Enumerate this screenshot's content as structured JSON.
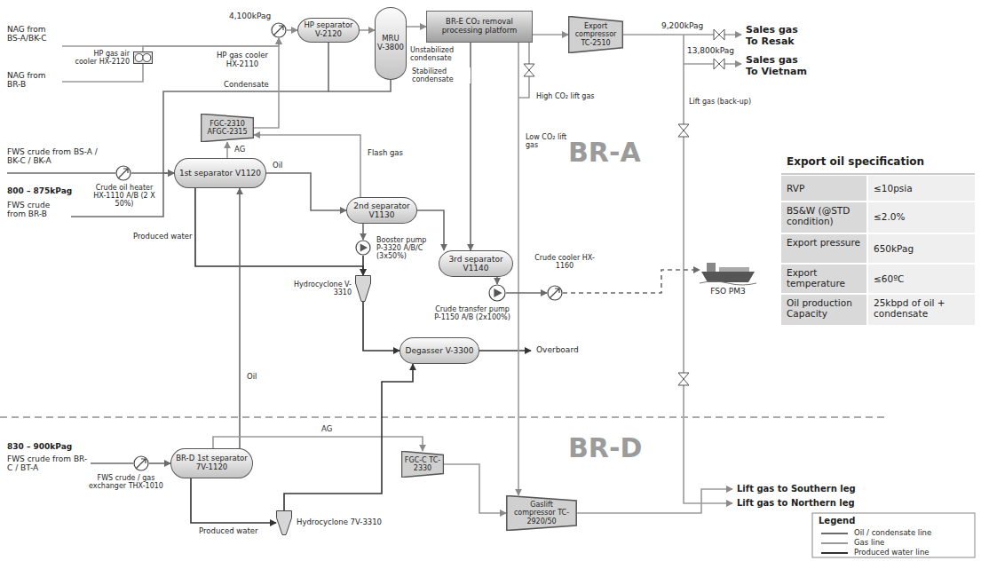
{
  "diagram": {
    "nodes": [
      {
        "text": [
          "HP gas air cooler HX-2120"
        ]
      },
      {
        "text": [
          "HP gas cooler HX-2110"
        ]
      },
      {
        "text": [
          "HP separator V-2120"
        ]
      },
      {
        "text": [
          "MRU V-3800"
        ]
      },
      {
        "text": [
          "BR-E CO₂ removal processing platform"
        ]
      },
      {
        "text": [
          "Export compressor TC-2510"
        ]
      },
      {
        "text": [
          "FGC-2310 AFGC-2315"
        ]
      },
      {
        "text": [
          "Crude oil heater HX-1110 A/B (2 X 50%)"
        ]
      },
      {
        "text": [
          "1st separator V1120"
        ]
      },
      {
        "text": [
          "2nd separator V1130"
        ]
      },
      {
        "text": [
          "3rd separator V1140"
        ]
      },
      {
        "text": [
          "Booster pump P-3320 A/B/C (3x50%)"
        ]
      },
      {
        "text": [
          "Crude cooler HX-1160"
        ]
      },
      {
        "text": [
          "Crude transfer pump P-1150 A/B (2x100%)"
        ]
      },
      {
        "text": [
          "Hydrocyclone V-3310"
        ]
      },
      {
        "text": [
          "Degasser V-3300"
        ]
      },
      {
        "text": [
          "FSO PM3"
        ]
      },
      {
        "text": [
          "BR-D 1st separator 7V-1120"
        ]
      },
      {
        "text": [
          "FWS crude / gas exchanger THX-1010"
        ]
      },
      {
        "text": [
          "Hydrocyclone 7V-3310"
        ]
      },
      {
        "text": [
          "FGC-C TC-2330"
        ]
      },
      {
        "text": [
          "Gaslift compressor TC-2920/50"
        ]
      }
    ],
    "edges": [
      {
        "from": 0,
        "to": 1,
        "arrow": "to"
      },
      {
        "from": 1,
        "to": 2,
        "arrow": "to"
      },
      {
        "from": 2,
        "to": 3,
        "arrow": "to"
      },
      {
        "from": 3,
        "to": 4,
        "arrow": "to"
      },
      {
        "from": 4,
        "to": 5,
        "arrow": "to"
      },
      {
        "from": 2,
        "to": 8,
        "arrow": "to",
        "label": "Condensate"
      },
      {
        "from": 7,
        "to": 8,
        "arrow": "to"
      },
      {
        "from": 8,
        "to": 6,
        "arrow": "to",
        "label": "AG"
      },
      {
        "from": 6,
        "to": 1,
        "arrow": "to"
      },
      {
        "from": 8,
        "to": 9,
        "arrow": "to",
        "label": "Oil"
      },
      {
        "from": 9,
        "to": 6,
        "arrow": "to",
        "label": "Flash gas"
      },
      {
        "from": 9,
        "to": 11,
        "arrow": "to"
      },
      {
        "from": 11,
        "to": 14,
        "arrow": "to"
      },
      {
        "from": 14,
        "to": 15,
        "arrow": "to"
      },
      {
        "from": 8,
        "to": 14,
        "arrow": "to",
        "label": "Produced water"
      },
      {
        "from": 17,
        "to": 8,
        "arrow": "to",
        "label": "Oil"
      },
      {
        "from": 9,
        "to": 10,
        "arrow": "to"
      },
      {
        "from": 4,
        "to": 10,
        "arrow": "to",
        "label": "Stabilized condensate"
      },
      {
        "from": 4,
        "to": 21,
        "arrow": "to",
        "label": "Low CO₂ lift gas"
      },
      {
        "from": 10,
        "to": 13,
        "arrow": "to"
      },
      {
        "from": 13,
        "to": 12,
        "arrow": "to"
      },
      {
        "from": 12,
        "to": 16,
        "arrow": "to"
      },
      {
        "from": 18,
        "to": 17,
        "arrow": "to"
      },
      {
        "from": 17,
        "to": 20,
        "arrow": "to",
        "label": "AG"
      },
      {
        "from": 17,
        "to": 19,
        "arrow": "to",
        "label": "Produced water"
      },
      {
        "from": 19,
        "to": 15,
        "arrow": "to"
      },
      {
        "from": 20,
        "to": 21,
        "arrow": "to"
      }
    ],
    "labels": [
      "NAG from BS-A/BK-C",
      "NAG from BR-B",
      "4,100kPag",
      "Unstabilized condensate",
      "High CO₂ lift gas",
      "9,200kPag",
      "Sales gas To Resak",
      "13,800kPag",
      "Sales gas To Vietnam",
      "Lift gas (back-up)",
      "FWS crude from BS-A / BK-C / BK-A",
      "800 – 875kPag",
      "FWS crude from BR-B",
      "BR-A",
      "Overboard",
      "Export oil specification",
      "RVP",
      "≤10psia",
      "BS&W (@STD condition)",
      "≤2.0%",
      "Export pressure",
      "650kPag",
      "Export temperature",
      "≤60ºC",
      "Oil production Capacity",
      "25kbpd of oil + condensate",
      "BR-D",
      "830 – 900kPag",
      "FWS crude from BR-C / BT-A",
      "Lift gas to Southern leg",
      "Lift gas to Northern leg",
      "Legend"
    ],
    "legend": [
      {
        "text": "Oil / condensate line"
      },
      {
        "text": "Gas line"
      },
      {
        "text": "Produced water line"
      }
    ]
  }
}
